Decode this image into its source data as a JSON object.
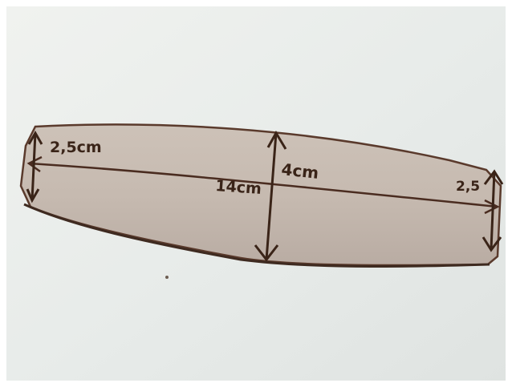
{
  "photo": {
    "subject": "paper-template-cutout",
    "labels": {
      "left_width": "2,5cm",
      "length": "14cm",
      "middle_width": "4cm",
      "right_width": "2,5"
    },
    "colors": {
      "backdrop": "#eef0ed",
      "paper": "#c8bcb2",
      "paper_shade": "#b7aba2",
      "ink": "#3a2418",
      "outline": "#5a3a2c"
    }
  }
}
